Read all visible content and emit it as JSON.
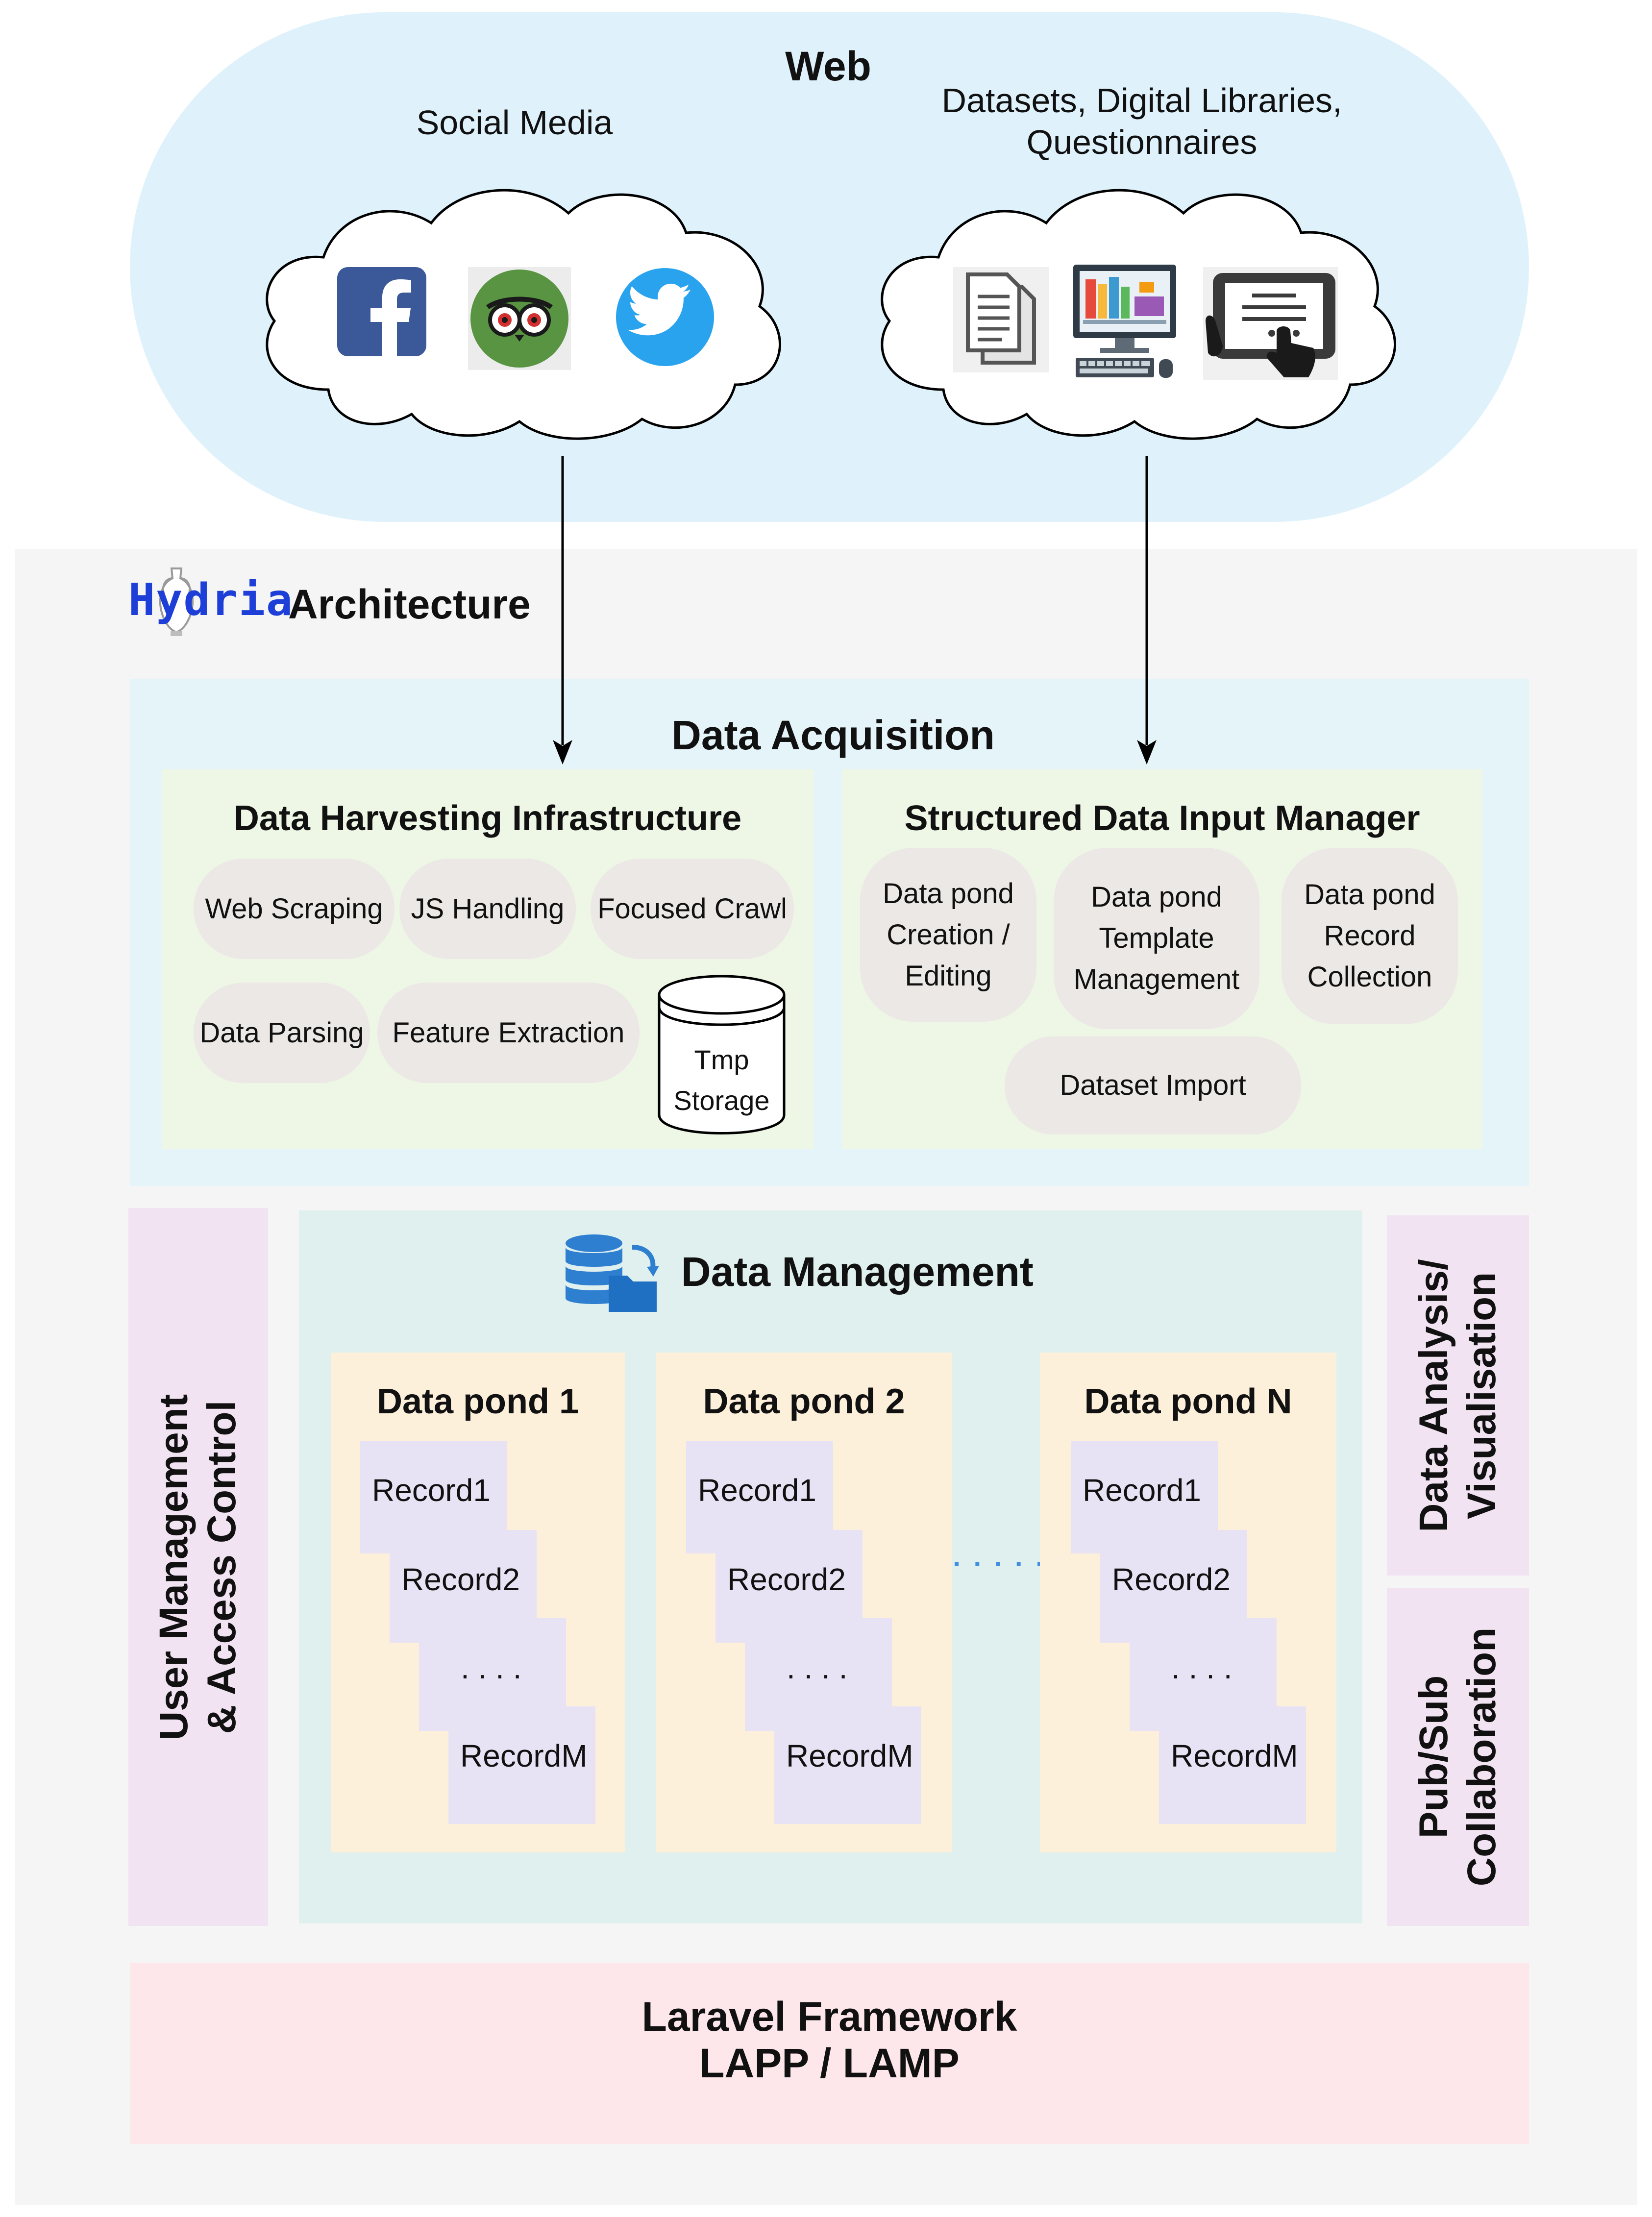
{
  "web": {
    "title": "Web",
    "social_media_label": "Social Media",
    "datasets_label_line1": "Datasets, Digital Libraries,",
    "datasets_label_line2": "Questionnaires",
    "social_icons": [
      "facebook-icon",
      "tripadvisor-icon",
      "twitter-icon"
    ],
    "data_icons": [
      "documents-icon",
      "digital-library-icon",
      "tablet-questionnaire-icon"
    ]
  },
  "architecture": {
    "logo_text": "Hydria",
    "title": "Architecture"
  },
  "data_acquisition": {
    "title": "Data Acquisition",
    "harvesting": {
      "title": "Data Harvesting Infrastructure",
      "items": [
        "Web Scraping",
        "JS Handling",
        "Focused Crawl",
        "Data Parsing",
        "Feature Extraction"
      ],
      "storage_line1": "Tmp",
      "storage_line2": "Storage"
    },
    "structured": {
      "title": "Structured Data Input Manager",
      "item1": [
        "Data pond",
        "Creation /",
        "Editing"
      ],
      "item2": [
        "Data pond",
        "Template",
        "Management"
      ],
      "item3": [
        "Data pond",
        "Record",
        "Collection"
      ],
      "item4": "Dataset Import"
    }
  },
  "user_management": {
    "line1": "User Management",
    "line2": "& Access Control"
  },
  "data_management": {
    "title": "Data Management",
    "ellipsis": "· · · · ·",
    "ponds": [
      {
        "title": "Data pond 1",
        "records": [
          "Record1",
          "Record2",
          ". . . .",
          "RecordM"
        ]
      },
      {
        "title": "Data pond 2",
        "records": [
          "Record1",
          "Record2",
          ". . . .",
          "RecordM"
        ]
      },
      {
        "title": "Data pond N",
        "records": [
          "Record1",
          "Record2",
          ". . . .",
          "RecordM"
        ]
      }
    ]
  },
  "analysis": {
    "line1": "Data Analysis/",
    "line2": "Visualisation"
  },
  "pubsub": {
    "line1": "Pub/Sub",
    "line2": "Collaboration"
  },
  "framework": {
    "line1": "Laravel Framework",
    "line2": "LAPP / LAMP"
  },
  "colors": {
    "web_cloud": "#dff2fb",
    "architecture_bg": "#f5f5f5",
    "acquisition_bg": "#e5f4f9",
    "inner_green": "#eef6e6",
    "pill_grey": "#ebe8e5",
    "purple": "#f1e3f1",
    "management_bg": "#dff0ef",
    "pond_bg": "#fdf0db",
    "record_bg": "#e8e3f4",
    "framework_bg": "#fde7ea",
    "logo_blue": "#1d3fd8"
  }
}
